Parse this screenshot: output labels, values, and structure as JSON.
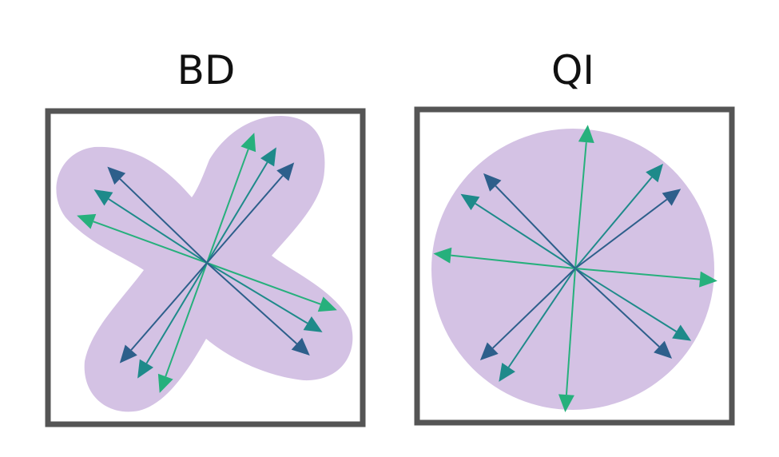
{
  "panels": [
    {
      "id": "bd",
      "title": "BD",
      "region_shape": "four-lobed-cross",
      "arrows": [
        {
          "angle_deg": 160,
          "length": 0.76,
          "color": "green"
        },
        {
          "angle_deg": 147,
          "length": 0.74,
          "color": "teal"
        },
        {
          "angle_deg": 136,
          "length": 0.76,
          "color": "blue"
        },
        {
          "angle_deg": 70,
          "length": 0.76,
          "color": "green"
        },
        {
          "angle_deg": 59,
          "length": 0.74,
          "color": "teal"
        },
        {
          "angle_deg": 49,
          "length": 0.73,
          "color": "blue"
        },
        {
          "angle_deg": -20,
          "length": 0.76,
          "color": "green"
        },
        {
          "angle_deg": -31,
          "length": 0.74,
          "color": "teal"
        },
        {
          "angle_deg": -42,
          "length": 0.76,
          "color": "blue"
        },
        {
          "angle_deg": -110,
          "length": 0.76,
          "color": "green"
        },
        {
          "angle_deg": -121,
          "length": 0.74,
          "color": "teal"
        },
        {
          "angle_deg": -131,
          "length": 0.73,
          "color": "blue"
        }
      ]
    },
    {
      "id": "qi",
      "title": "QI",
      "region_shape": "circle",
      "arrows": [
        {
          "angle_deg": 85,
          "length": 0.97,
          "color": "green"
        },
        {
          "angle_deg": 50,
          "length": 0.92,
          "color": "teal"
        },
        {
          "angle_deg": 37,
          "length": 0.89,
          "color": "blue"
        },
        {
          "angle_deg": -5,
          "length": 0.96,
          "color": "green"
        },
        {
          "angle_deg": -32,
          "length": 0.92,
          "color": "teal"
        },
        {
          "angle_deg": -43,
          "length": 0.89,
          "color": "blue"
        },
        {
          "angle_deg": -94,
          "length": 0.97,
          "color": "green"
        },
        {
          "angle_deg": -124,
          "length": 0.92,
          "color": "teal"
        },
        {
          "angle_deg": -136,
          "length": 0.89,
          "color": "blue"
        },
        {
          "angle_deg": 174,
          "length": 0.96,
          "color": "green"
        },
        {
          "angle_deg": 147,
          "length": 0.92,
          "color": "teal"
        },
        {
          "angle_deg": 134,
          "length": 0.89,
          "color": "blue"
        }
      ]
    }
  ],
  "colors": {
    "region_fill": "#d4c2e4",
    "frame": "#555555",
    "green": "#26b07c",
    "teal": "#1e8a8a",
    "blue": "#2d5f8b",
    "title": "#111111"
  }
}
